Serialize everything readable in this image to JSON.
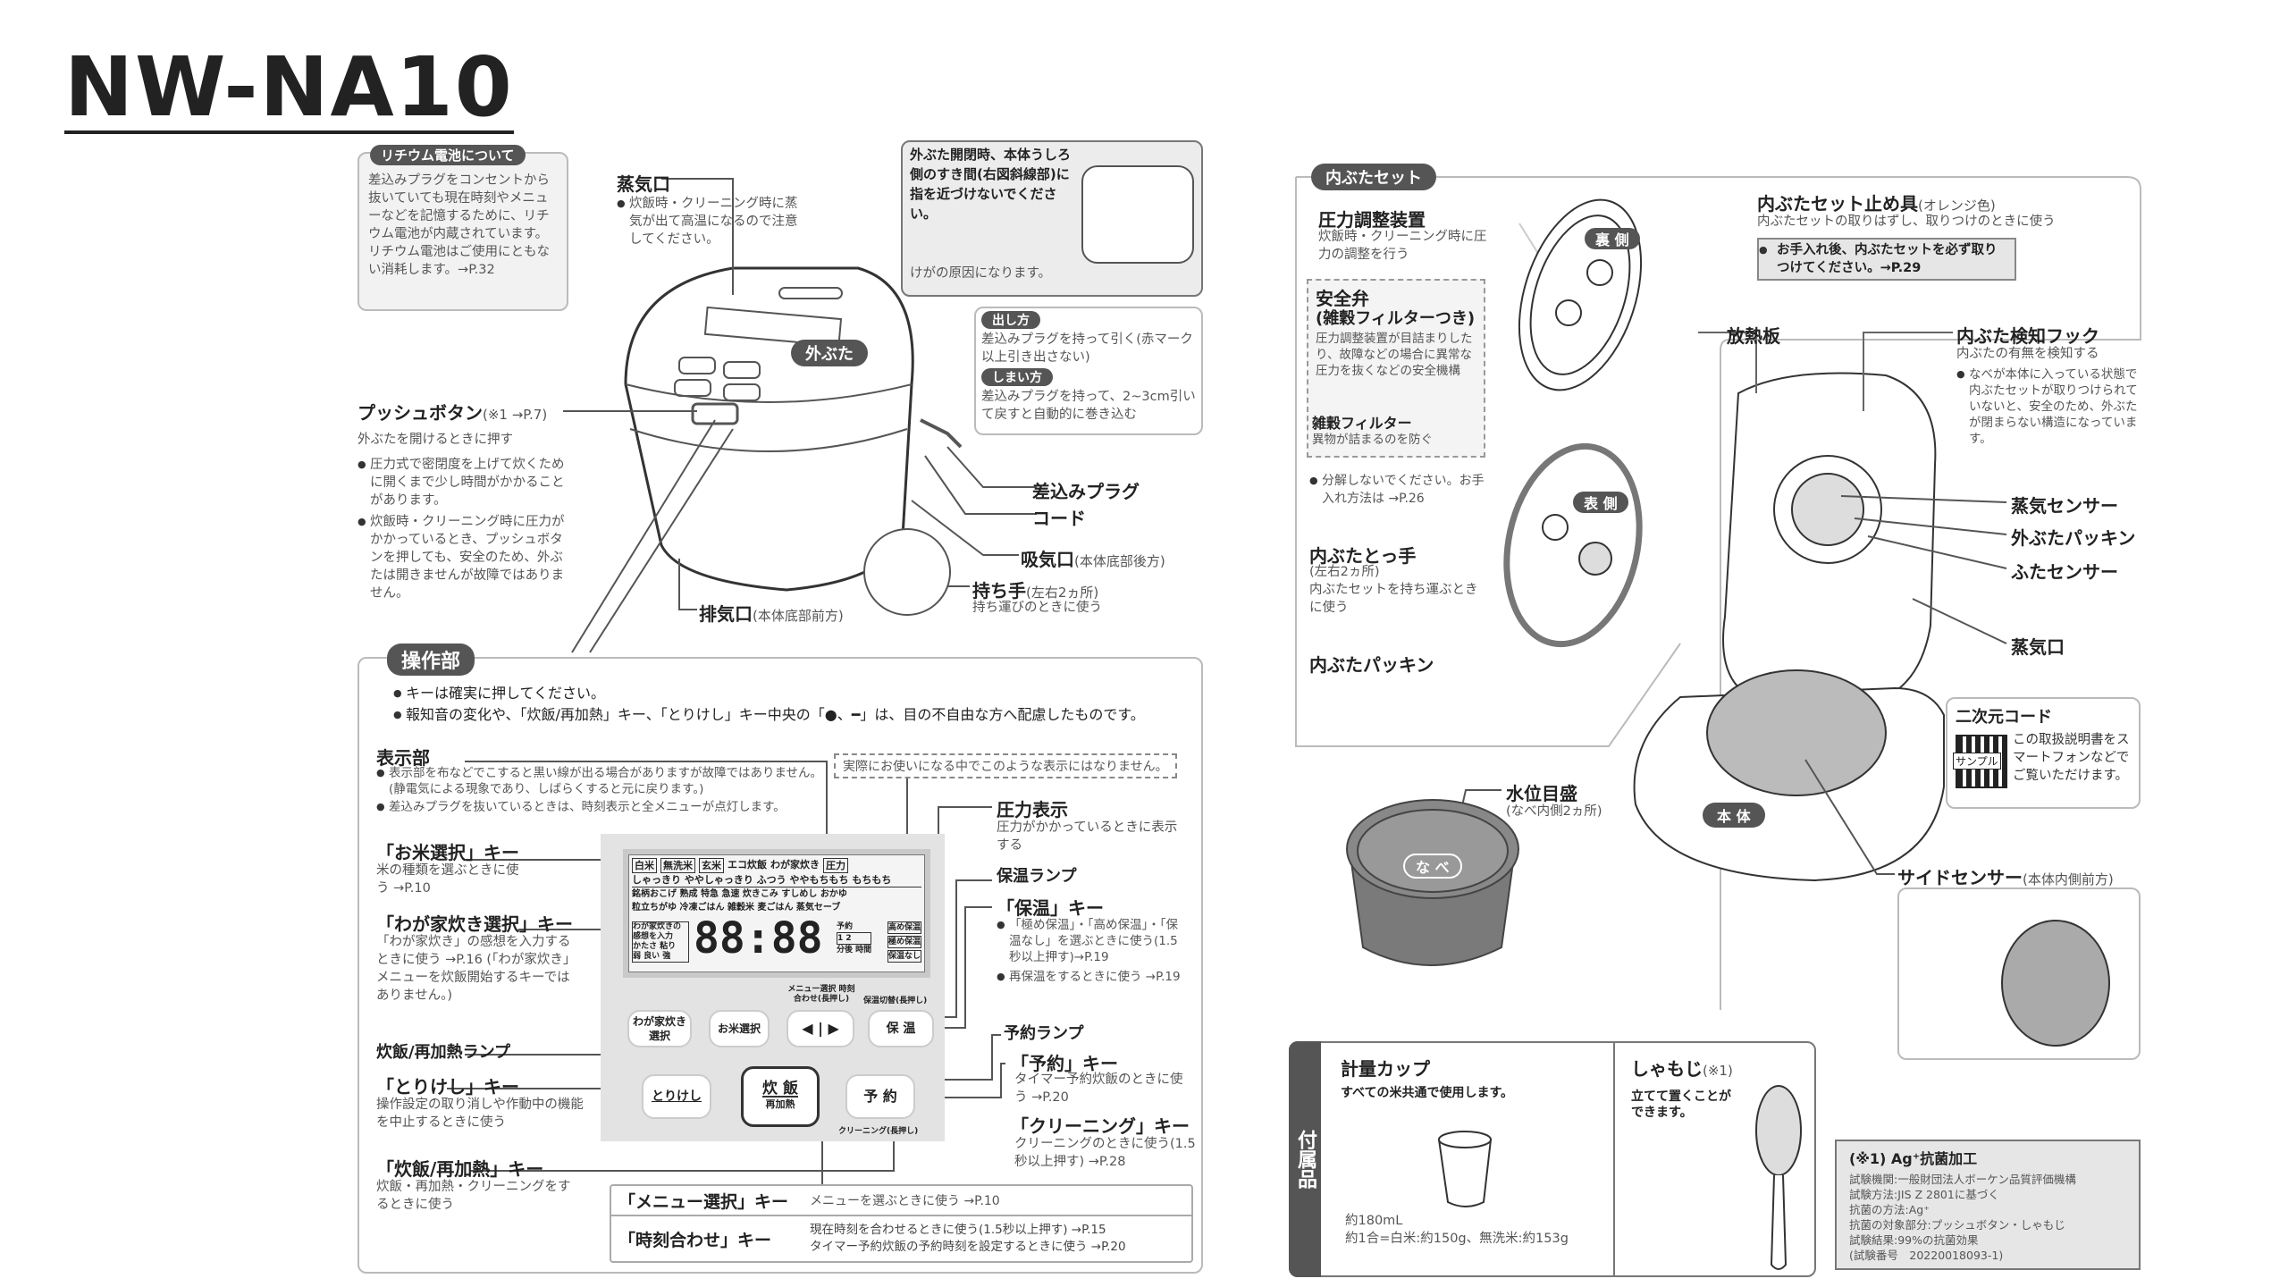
{
  "title": "NW-NA10",
  "lithium": {
    "tag": "リチウム電池について",
    "body": "差込みプラグをコンセントから抜いていても現在時刻やメニューなどを記憶するために、リチウム電池が内蔵されています。リチウム電池はご使用にともない消耗します。→P.32"
  },
  "steam": {
    "label": "蒸気口",
    "body": "炊飯時・クリーニング時に蒸気が出て高温になるので注意してください。"
  },
  "warning": {
    "title": "外ぶた開閉時、本体うしろ側のすき間(右図斜線部)に指を近づけないでください。",
    "body": "けがの原因になります。"
  },
  "cord": {
    "out_tag": "出し方",
    "out_body": "差込みプラグを持って引く(赤マーク以上引き出さない)",
    "in_tag": "しまい方",
    "in_body": "差込みプラグを持って、2~3cm引いて戻すと自動的に巻き込む"
  },
  "outer_lid_tag": "外ぶた",
  "push": {
    "label": "プッシュボタン",
    "note": "(※1 →P.7)",
    "sub": "外ぶたを開けるときに押す",
    "b1": "圧力式で密閉度を上げて炊くために開くまで少し時間がかかることがあります。",
    "b2": "炊飯時・クリーニング時に圧力がかかっているとき、プッシュボタンを押しても、安全のため、外ぶたは開きませんが故障ではありません。"
  },
  "parts": {
    "plug": "差込みプラグ",
    "cord": "コード",
    "intake": "吸気口",
    "intake_note": "(本体底部後方)",
    "handle": "持ち手",
    "handle_note": "(左右2ヵ所)",
    "handle_sub": "持ち運びのときに使う",
    "exhaust": "排気口",
    "exhaust_note": "(本体底部前方)"
  },
  "ops": {
    "tag": "操作部",
    "b1": "キーは確実に押してください。",
    "b2": "報知音の変化や、「炊飯/再加熱」キー、「とりけし」キー中央の「●、━」は、目の不自由な方へ配慮したものです。",
    "display": {
      "label": "表示部",
      "b1": "表示部を布などでこすると黒い線が出る場合がありますが故障ではありません。(静電気による現象であり、しばらくすると元に戻ります。)",
      "b2": "差込みプラグを抜いているときは、時刻表示と全メニューが点灯します。"
    },
    "dashed_note": "実際にお使いになる中でこのような表示にはなりません。",
    "rice_key": {
      "label": "「お米選択」キー",
      "body": "米の種類を選ぶときに使う →P.10"
    },
    "home_key": {
      "label": "「わが家炊き選択」キー",
      "body": "「わが家炊き」の感想を入力するときに使う →P.16 (「わが家炊き」メニューを炊飯開始するキーではありません。)"
    },
    "cook_lamp": "炊飯/再加熱ランプ",
    "cancel_key": {
      "label": "「とりけし」キー",
      "body": "操作設定の取り消しや作動中の機能を中止するときに使う"
    },
    "cook_key": {
      "label": "「炊飯/再加熱」キー",
      "body": "炊飯・再加熱・クリーニングをするときに使う"
    },
    "pressure": {
      "label": "圧力表示",
      "body": "圧力がかかっているときに表示する"
    },
    "keep_lamp": "保温ランプ",
    "keep_key": {
      "label": "「保温」キー",
      "b1": "「極め保温」・「高め保温」・「保温なし」を選ぶときに使う(1.5秒以上押す)→P.19",
      "b2": "再保温をするときに使う →P.19"
    },
    "timer_lamp": "予約ランプ",
    "timer_key": {
      "label": "「予約」キー",
      "body": "タイマー予約炊飯のときに使う →P.20"
    },
    "clean_key": {
      "label": "「クリーニング」キー",
      "body": "クリーニングのときに使う(1.5秒以上押す) →P.28"
    },
    "table": {
      "r1_label": "「メニュー選択」キー",
      "r1_body": "メニューを選ぶときに使う →P.10",
      "r2_label": "「時刻合わせ」キー",
      "r2_b1": "現在時刻を合わせるときに使う(1.5秒以上押す) →P.15",
      "r2_b2": "タイマー予約炊飯の予約時刻を設定するときに使う →P.20"
    },
    "lcd": {
      "row1": [
        "白米",
        "無洗米",
        "玄米",
        "エコ炊飯",
        "わが家炊き",
        "圧力"
      ],
      "row2": "しゃっきり ややしゃっきり ふつう ややもちもち もちもち",
      "row3": "銘柄おこげ 熟成 特急 急速 炊きこみ すしめし おかゆ",
      "row4": "粒立ちがゆ 冷凍ごはん 雑穀米 麦ごはん 蒸気セーブ",
      "left": "わが家炊きの感想を入力",
      "left2": "かたさ 粘り",
      "left3": "弱 良い 強",
      "digits": "88:88",
      "mid": "予約",
      "mid2": "1 2",
      "mid3": "分後 時間",
      "right": [
        "高め保温",
        "極め保温",
        "保温なし"
      ]
    },
    "buttons": {
      "home": "わが家炊き 選択",
      "rice": "お米選択",
      "arrows": "◀ | ▶",
      "arrows_cap": "メニュー選択 時刻合わせ(長押し)",
      "keep": "保 温",
      "keep_cap": "保温切替(長押し)",
      "cancel": "とりけし",
      "cook": "炊 飯",
      "cook_sub": "再加熱",
      "timer": "予 約",
      "timer_cap": "クリーニング(長押し)"
    }
  },
  "inner": {
    "tag": "内ぶたセット",
    "pressure_dev": {
      "label": "圧力調整装置",
      "body": "炊飯時・クリーニング時に圧力の調整を行う"
    },
    "back_tag": "裏 側",
    "front_tag": "表 側",
    "valve": {
      "label": "安全弁",
      "label2": "(雑穀フィルターつき)",
      "body": "圧力調整装置が目詰まりしたり、故障などの場合に異常な圧力を抜くなどの安全機構"
    },
    "filter": {
      "label": "雑穀フィルター",
      "body": "異物が詰まるのを防ぐ"
    },
    "no_disassemble": "分解しないでください。お手入れ方法は →P.26",
    "handle": {
      "label": "内ぶたとっ手",
      "note": "(左右2ヵ所)",
      "body": "内ぶたセットを持ち運ぶときに使う"
    },
    "packing": "内ぶたパッキン",
    "stopper": {
      "label": "内ぶたセット止め具",
      "note": "(オレンジ色)",
      "body": "内ぶたセットの取りはずし、取りつけのときに使う",
      "notice": "お手入れ後、内ぶたセットを必ず取りつけてください。→P.29"
    }
  },
  "body": {
    "radiator": "放熱板",
    "hook": {
      "label": "内ぶた検知フック",
      "sub": "内ぶたの有無を検知する",
      "body": "なべが本体に入っている状態で内ぶたセットが取りつけられていないと、安全のため、外ぶたが閉まらない構造になっています。"
    },
    "steam_sensor": "蒸気センサー",
    "lid_packing": "外ぶたパッキン",
    "lid_sensor": "ふたセンサー",
    "steam_vent": "蒸気口",
    "tag": "本 体",
    "qr": {
      "title": "二次元コード",
      "sample": "サンプル",
      "body": "この取扱説明書をスマートフォンなどでご覧いただけます。"
    },
    "side_sensor": {
      "label": "サイドセンサー",
      "note": "(本体内側前方)"
    }
  },
  "pot": {
    "label": "水位目盛",
    "note": "(なべ内側2ヵ所)",
    "tag": "な べ"
  },
  "acc": {
    "side": "付属品",
    "cup": {
      "label": "計量カップ",
      "sub": "すべての米共通で使用します。",
      "vol": "約180mL",
      "eq": "約1合=白米:約150g、無洗米:約153g"
    },
    "paddle": {
      "label": "しゃもじ",
      "note": "(※1)",
      "sub": "立てて置くことができます。"
    }
  },
  "ag": {
    "title": "(※1) Ag⁺抗菌加工",
    "lines": [
      "試験機関:一般財団法人ボーケン品質評価機構",
      "試験方法:JIS Z 2801に基づく",
      "抗菌の方法:Ag⁺",
      "抗菌の対象部分:プッシュボタン・しゃもじ",
      "試験結果:99%の抗菌効果",
      "(試験番号　20220018093-1)"
    ]
  }
}
